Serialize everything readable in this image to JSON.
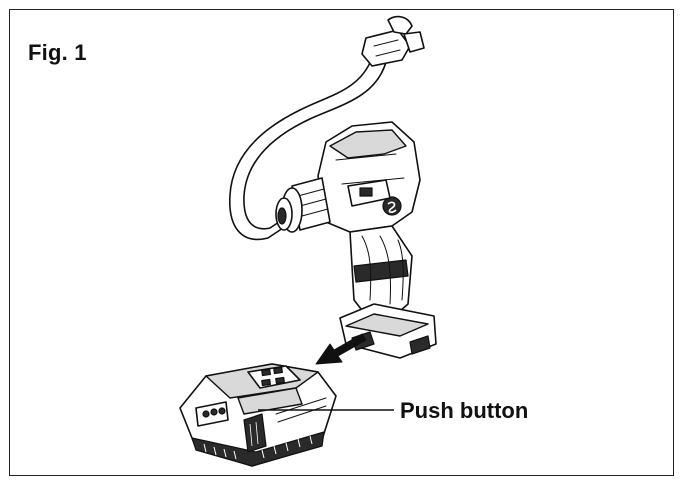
{
  "figure": {
    "title": "Fig. 1",
    "callout_label": "Push button"
  },
  "illustration": {
    "subject": "cordless-tire-inflator-with-battery-pack",
    "arrow": "battery-removal-direction",
    "colors": {
      "ink": "#111111",
      "shade": "#d9d9d9",
      "dark": "#2a2a2a"
    }
  }
}
